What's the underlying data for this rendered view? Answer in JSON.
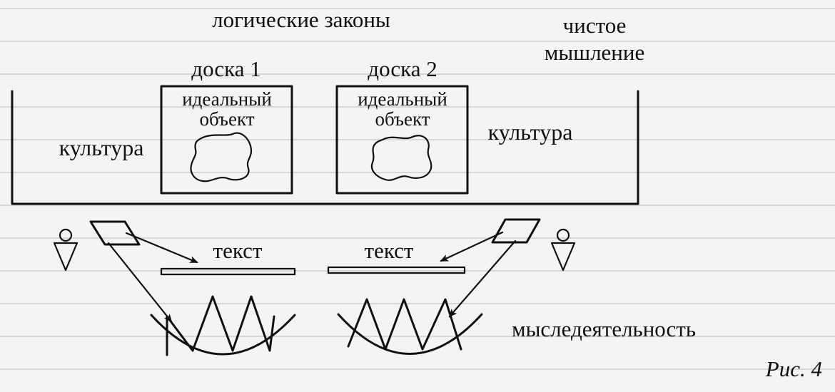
{
  "labels": {
    "logical_laws": "логические законы",
    "pure_thinking_line1": "чистое",
    "pure_thinking_line2": "мышление",
    "board1": "доска 1",
    "board2": "доска 2",
    "ideal_line1": "идеальный",
    "ideal_line2": "объект",
    "culture": "культура",
    "text": "текст",
    "thought_activity": "мыследеятельность",
    "figure_caption": "Рис. 4"
  },
  "colors": {
    "ink": "#111111",
    "paper": "#f4f4f2",
    "bleed_through": "#cfcfcc"
  }
}
